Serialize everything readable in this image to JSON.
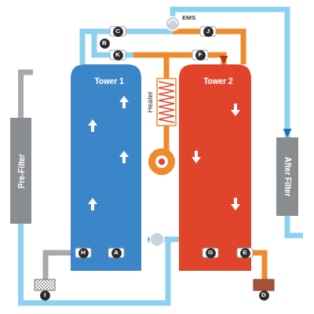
{
  "diagram": {
    "nodes": [
      {
        "text": [
          "Pre-Filter"
        ]
      },
      {
        "text": [
          "Tower 1"
        ]
      },
      {
        "text": [
          "Heater"
        ]
      },
      {
        "text": [
          "Tower 2"
        ]
      },
      {
        "text": [
          "After Filter"
        ]
      }
    ],
    "edges": [
      {
        "from": 0,
        "to": 1,
        "arrow": "to"
      },
      {
        "from": 1,
        "to": 4,
        "arrow": "to"
      },
      {
        "from": 2,
        "to": 3,
        "arrow": "to"
      }
    ],
    "labels": [
      "EMS",
      "C",
      "J",
      "B",
      "K",
      "F",
      "H",
      "A",
      "G",
      "E",
      "I",
      "D"
    ]
  }
}
